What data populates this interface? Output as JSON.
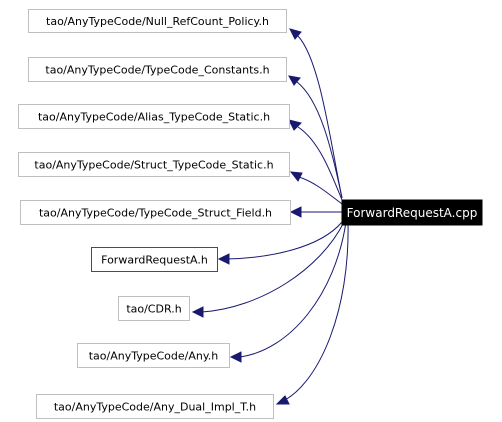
{
  "graph": {
    "source": {
      "label": "ForwardRequestA.cpp",
      "colors": {
        "fill": "#000000",
        "text": "#ffffff"
      }
    },
    "nodes": [
      {
        "label": "tao/AnyTypeCode/Null_RefCount_Policy.h",
        "border": "#bfbfbf"
      },
      {
        "label": "tao/AnyTypeCode/TypeCode_Constants.h",
        "border": "#bfbfbf"
      },
      {
        "label": "tao/AnyTypeCode/Alias_TypeCode_Static.h",
        "border": "#bfbfbf"
      },
      {
        "label": "tao/AnyTypeCode/Struct_TypeCode_Static.h",
        "border": "#bfbfbf"
      },
      {
        "label": "tao/AnyTypeCode/TypeCode_Struct_Field.h",
        "border": "#bfbfbf"
      },
      {
        "label": "ForwardRequestA.h",
        "border": "#ff0000"
      },
      {
        "label": "tao/CDR.h",
        "border": "#bfbfbf"
      },
      {
        "label": "tao/AnyTypeCode/Any.h",
        "border": "#bfbfbf"
      },
      {
        "label": "tao/AnyTypeCode/Any_Dual_Impl_T.h",
        "border": "#bfbfbf"
      }
    ],
    "edge_color": "#191970"
  }
}
